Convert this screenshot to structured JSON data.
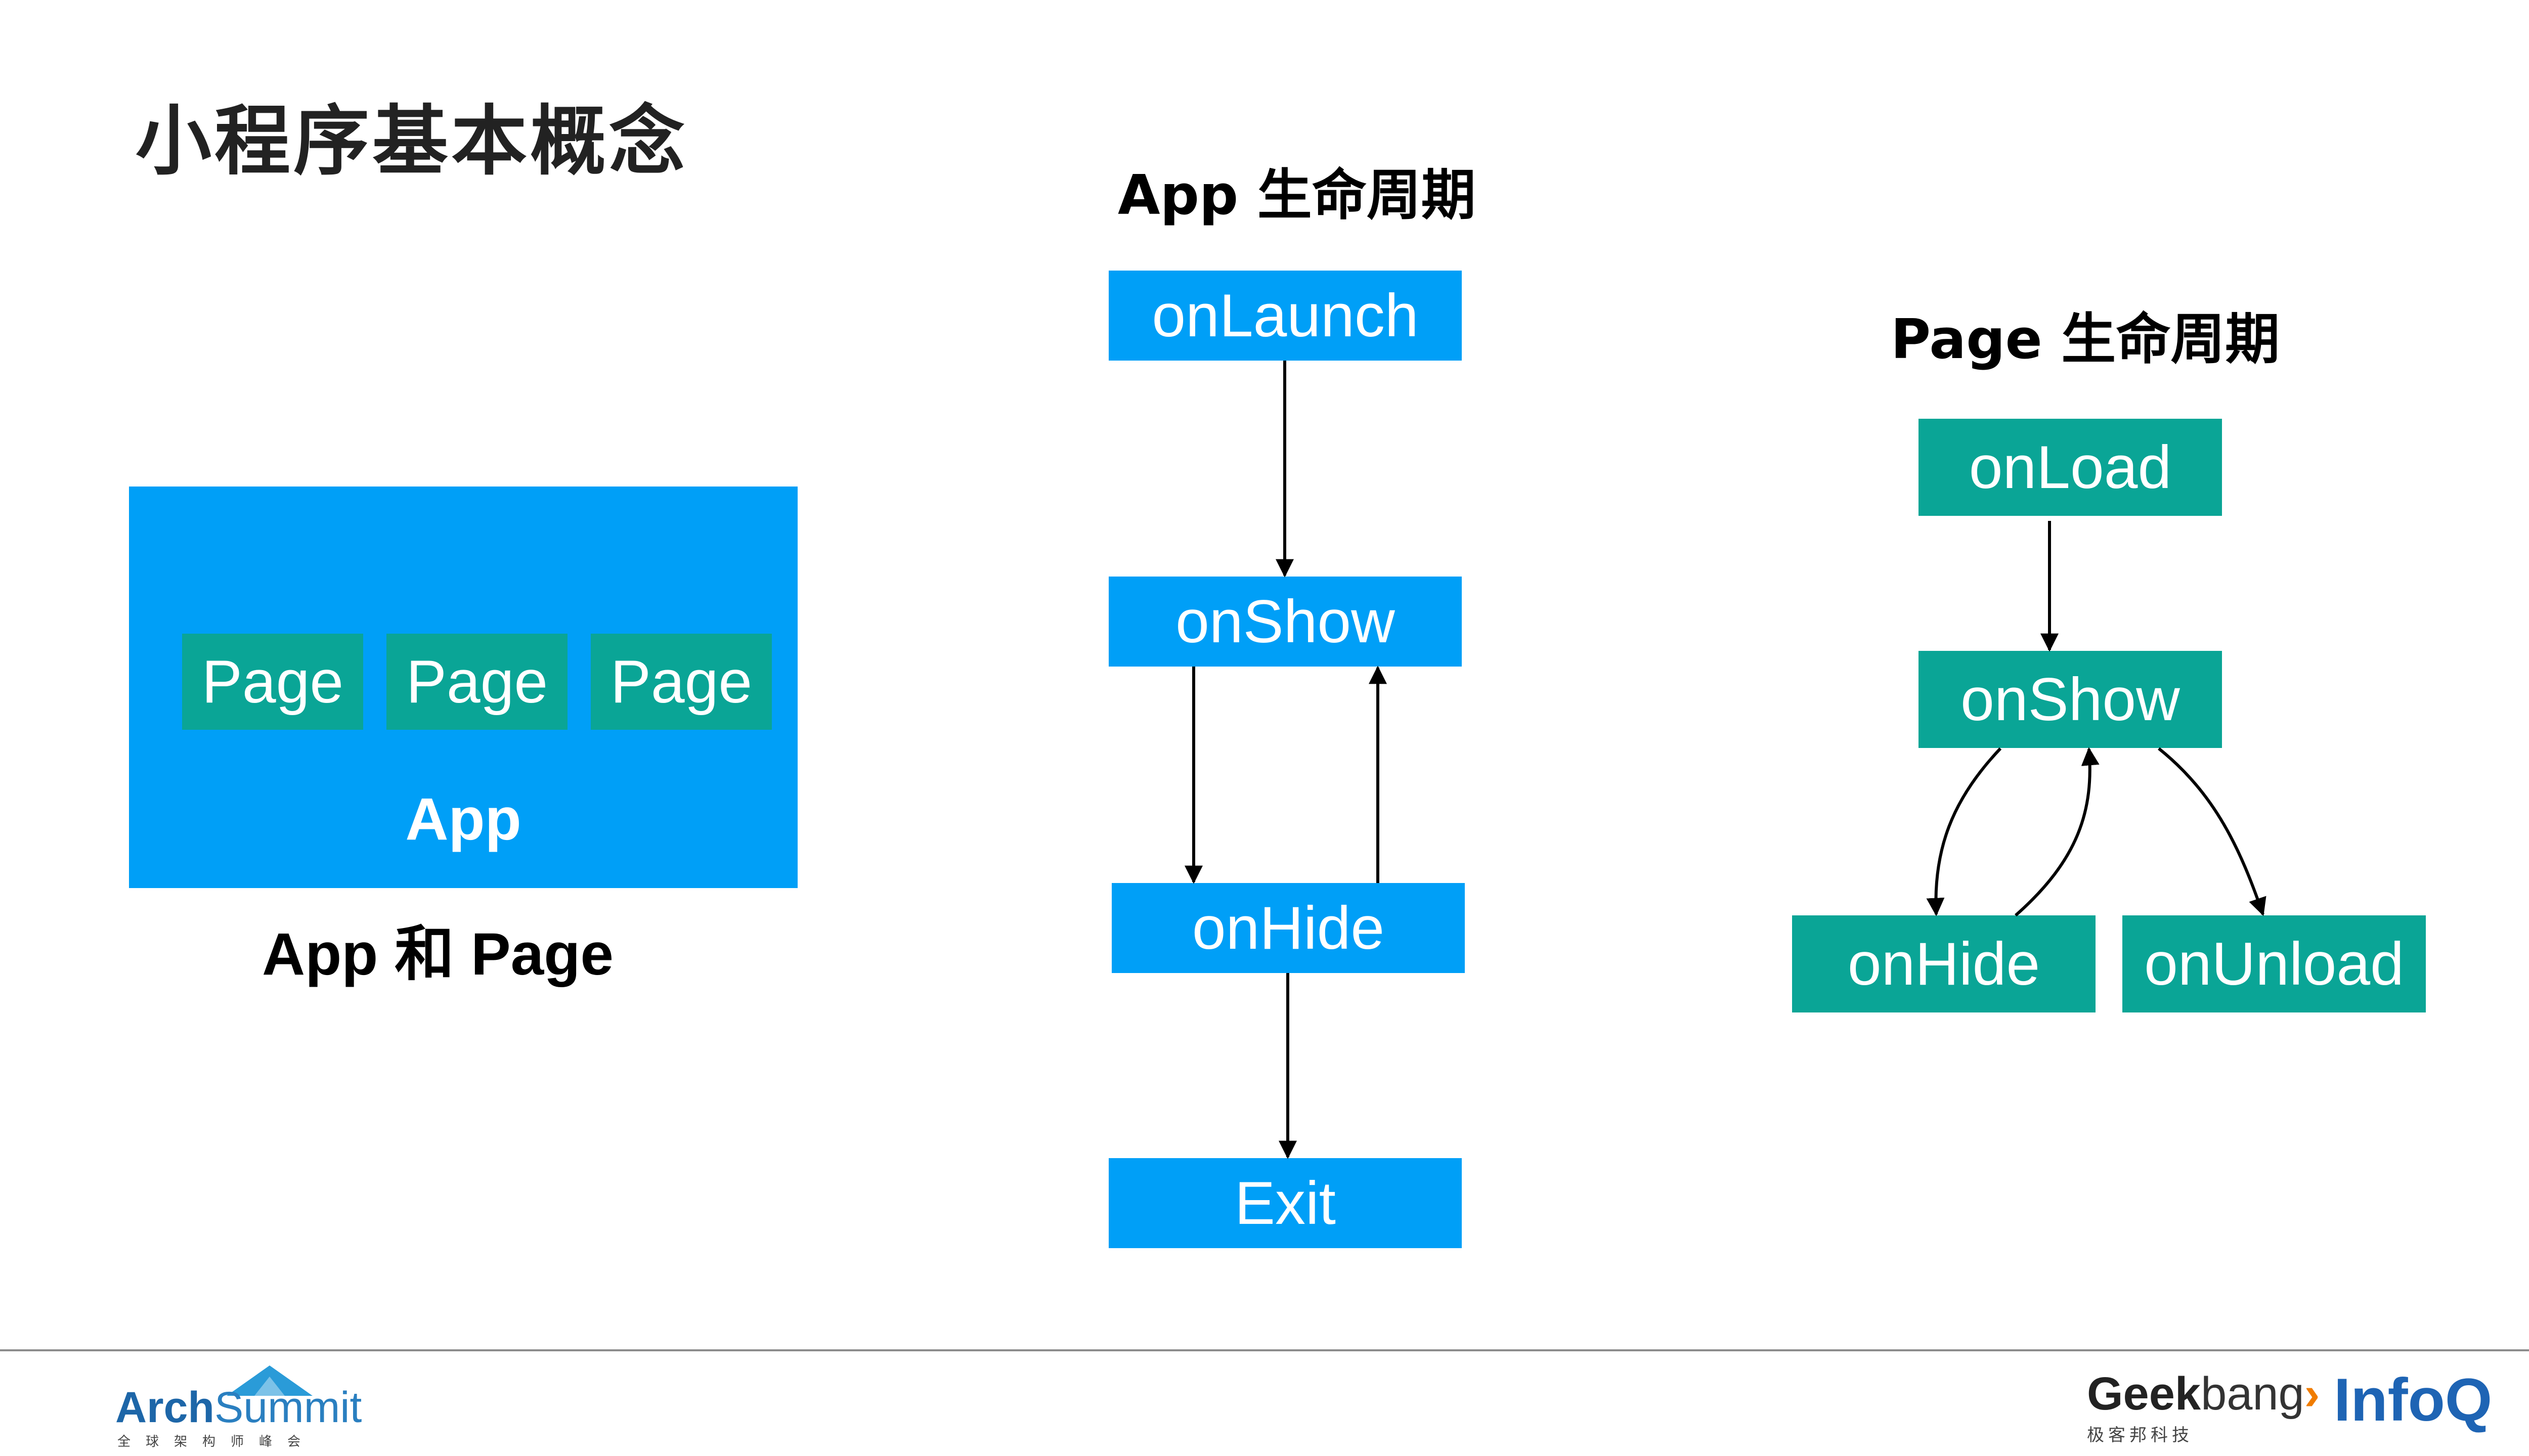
{
  "slide": {
    "title": "小程序基本概念"
  },
  "app_page": {
    "pages": [
      "Page",
      "Page",
      "Page"
    ],
    "app_label": "App",
    "caption": "App 和  Page"
  },
  "app_lifecycle": {
    "heading": "App 生命周期",
    "nodes": {
      "launch": "onLaunch",
      "show": "onShow",
      "hide": "onHide",
      "exit": "Exit"
    }
  },
  "page_lifecycle": {
    "heading": "Page 生命周期",
    "nodes": {
      "load": "onLoad",
      "show": "onShow",
      "hide": "onHide",
      "unload": "onUnload"
    }
  },
  "footer": {
    "archsummit_a": "Arch",
    "archsummit_b": "Summit",
    "archsummit_sub": "全球架构师峰会",
    "geek_a": "Geek",
    "geek_b": "bang",
    "geek_chevron": "›",
    "geek_sub": "极客邦科技",
    "infoq": "InfoQ"
  },
  "colors": {
    "blue": "#009ff7",
    "teal": "#0aa596",
    "arch_blue": "#1d66a8",
    "infoq_blue": "#1e64b4",
    "geek_orange": "#f07c00"
  }
}
